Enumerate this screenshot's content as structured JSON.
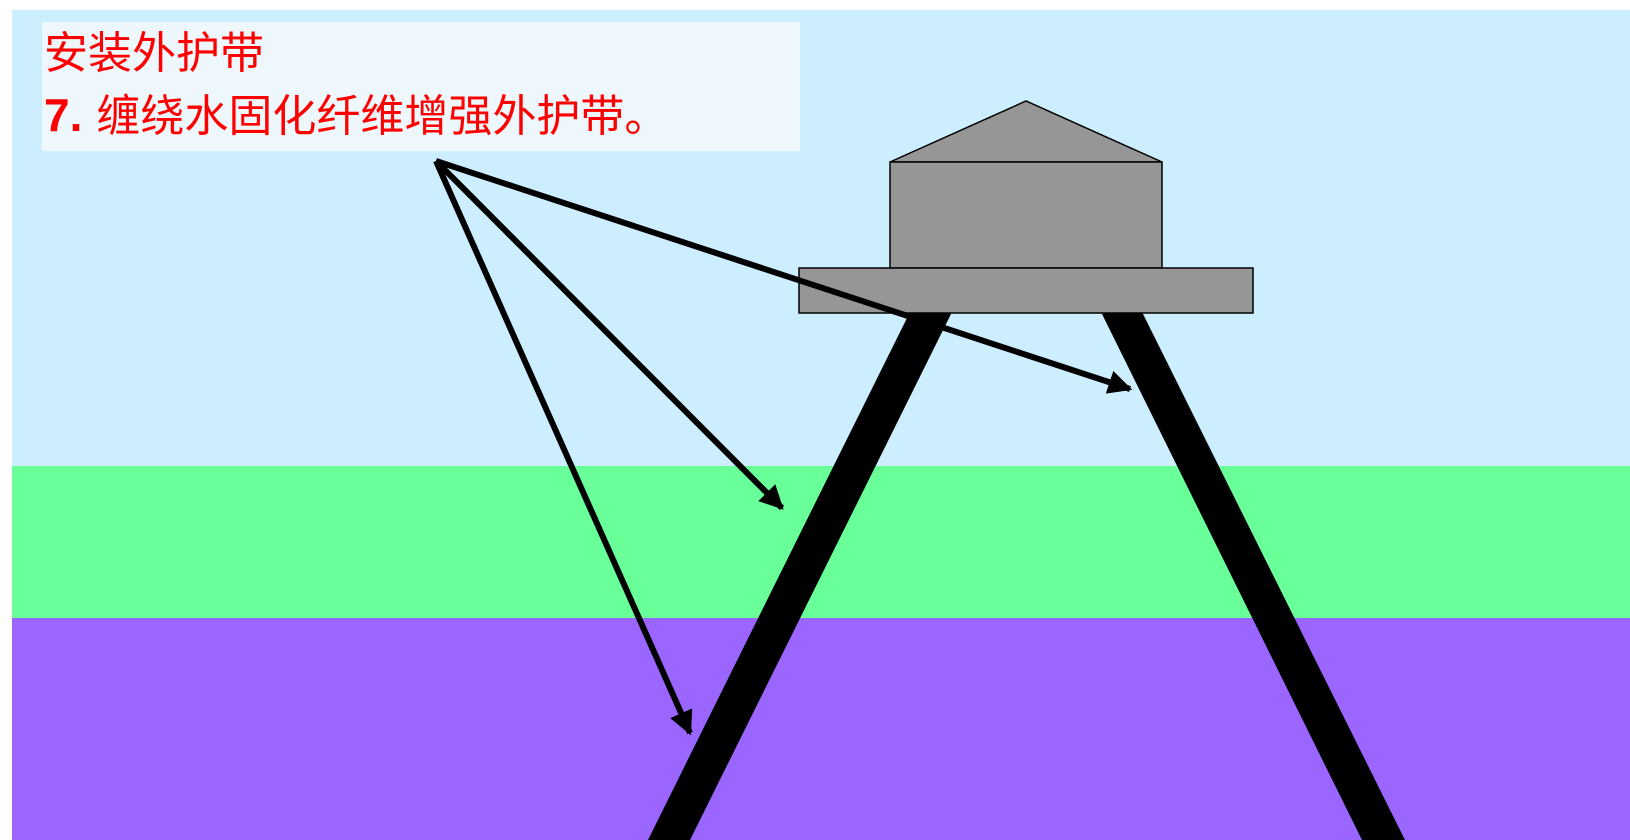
{
  "title": {
    "line1": "安装外护带",
    "step_number": "7.",
    "step_text": " 缠绕水固化纤维增强外护带。"
  },
  "colors": {
    "sky": "#cdeefe",
    "vegetation_band": "#69ff99",
    "soil": "#9a66ff",
    "structure_fill": "#969696",
    "pile": "#000000",
    "title_text": "#ff0000",
    "title_box": "#eef7fc"
  },
  "diagram": {
    "layers": [
      "sky",
      "vegetation-band",
      "soil-layer"
    ],
    "structure": [
      "roof",
      "building-block",
      "platform-deck"
    ],
    "piles": 2,
    "callout_arrows": 3
  }
}
